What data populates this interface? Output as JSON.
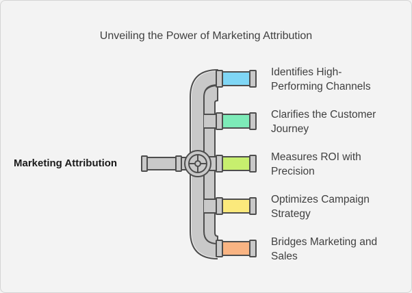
{
  "title": "Unveiling the Power of Marketing Attribution",
  "source_label": "Marketing Attribution",
  "colors": {
    "background": "#f3f3f3",
    "pipe_fill": "#c9c9c9",
    "pipe_stroke": "#4d4d4d"
  },
  "outputs": [
    {
      "line1": "Identifies High-",
      "line2": "Performing Channels",
      "color": "#7fd6f5"
    },
    {
      "line1": "Clarifies the Customer",
      "line2": "Journey",
      "color": "#7debb8"
    },
    {
      "line1": "Measures ROI with",
      "line2": "Precision",
      "color": "#c7ef6e"
    },
    {
      "line1": "Optimizes Campaign",
      "line2": "Strategy",
      "color": "#fbe97c"
    },
    {
      "line1": "Bridges Marketing and",
      "line2": "Sales",
      "color": "#f9b483"
    }
  ]
}
